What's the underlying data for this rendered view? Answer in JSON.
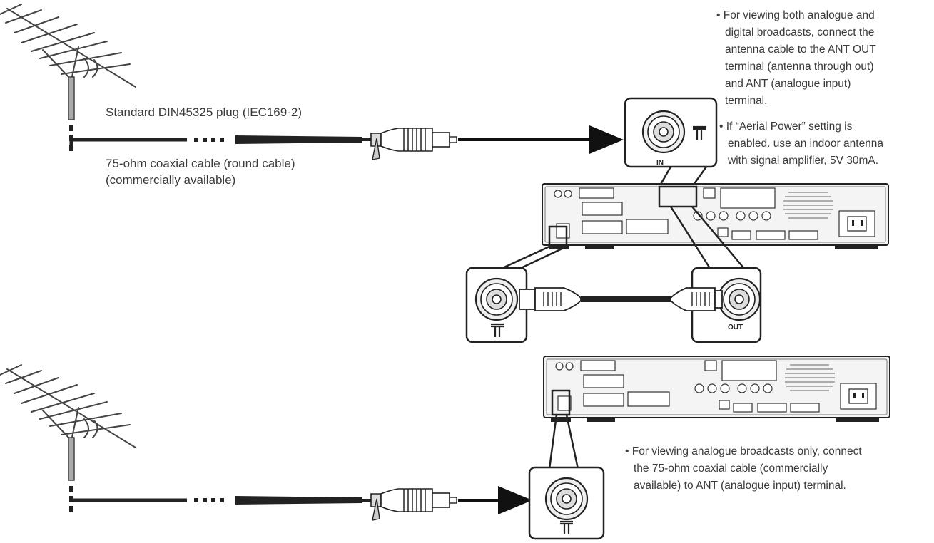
{
  "top_setup": {
    "plug_label": "Standard DIN45325 plug (IEC169-2)",
    "cable_label_line1": "75-ohm coaxial cable (round cable)",
    "cable_label_line2": "(commercially available)",
    "in_terminal_label": "IN",
    "out_terminal_label": "OUT",
    "notes": [
      "• For viewing both analogue and",
      "digital broadcasts, connect the",
      "antenna cable to the ANT OUT",
      "terminal (antenna through out)",
      "and ANT  (analogue input)",
      "terminal.",
      "• If “Aerial Power” setting is",
      "enabled. use an indoor antenna",
      "with signal amplifier, 5V 30mA."
    ]
  },
  "bottom_setup": {
    "notes": [
      "• For viewing analogue broadcasts only, connect",
      "the 75-ohm coaxial cable (commercially",
      "available) to ANT  (analogue input) terminal."
    ]
  },
  "icons": [
    "antenna-icon",
    "coaxial-plug-icon",
    "ant-terminal-icon",
    "arrow-icon",
    "power-inlet-icon"
  ],
  "colors": {
    "line": "#222222",
    "fill_light": "#e6e6e6",
    "fill_mid": "#cccccc",
    "text": "#3a3a3a"
  }
}
